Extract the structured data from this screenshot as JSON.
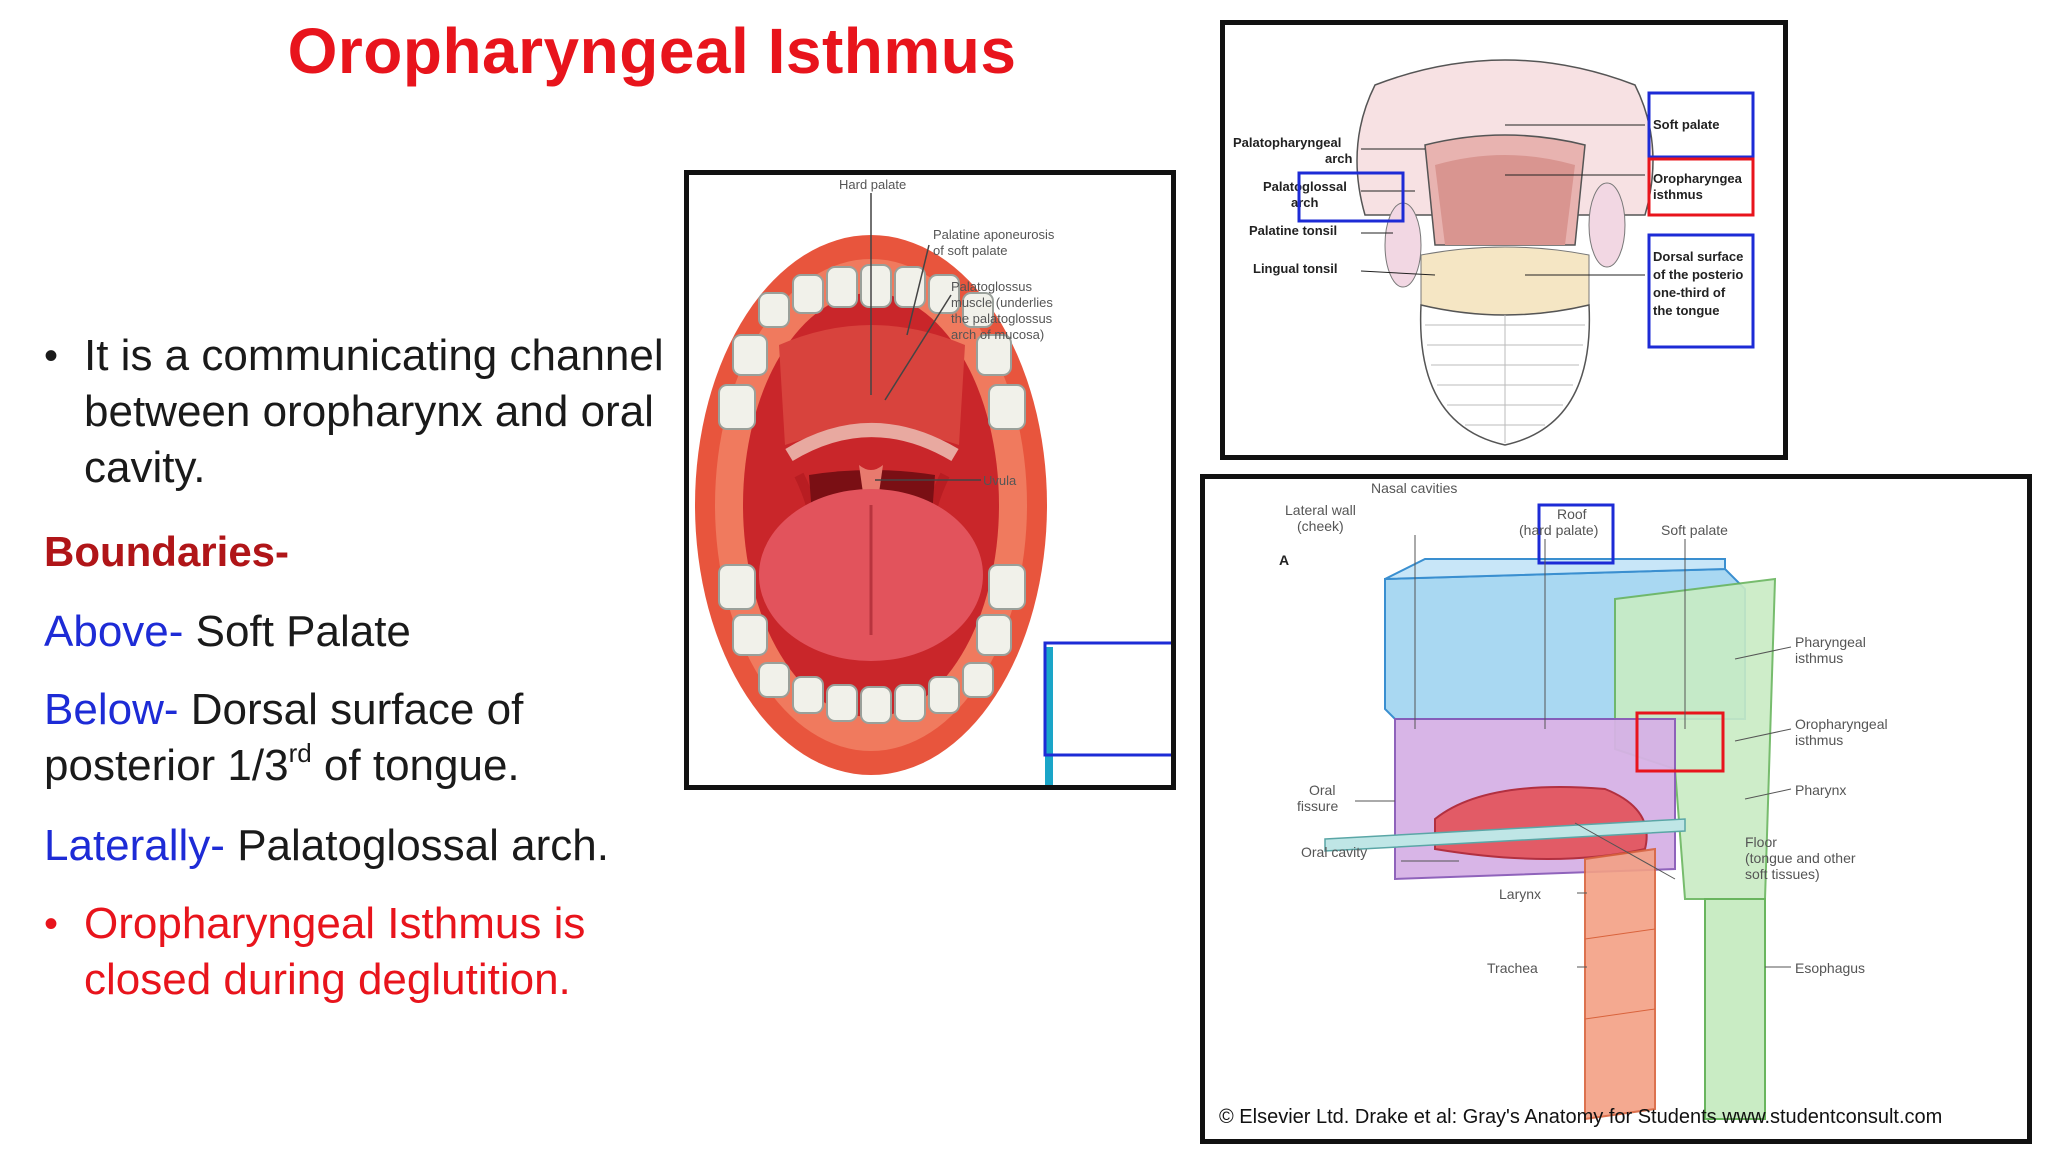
{
  "slide": {
    "title": "Oropharyngeal Isthmus",
    "bullet1": "It is a communicating channel between oropharynx and oral cavity.",
    "boundaries_heading": "Boundaries-",
    "above_label": "Above-",
    "above_text": " Soft Palate",
    "below_label": "Below-",
    "below_text_a": " Dorsal surface of posterior 1/3",
    "below_sup": "rd",
    "below_text_b": " of tongue.",
    "laterally_label": "Laterally-",
    "laterally_text": " Palatoglossal arch.",
    "bullet2": "Oropharyngeal Isthmus is closed during deglutition.",
    "bullet_char": "•"
  },
  "figure_oral": {
    "hard_palate": "Hard palate",
    "palatine_aponeurosis_1": "Palatine aponeurosis",
    "palatine_aponeurosis_2": "of soft palate",
    "palatoglossus_1": "Palatoglossus",
    "palatoglossus_2": "muscle (underlies",
    "palatoglossus_3": "the palatoglossus",
    "palatoglossus_4": "arch of mucosa)",
    "uvula": "Uvula"
  },
  "figure_tongue": {
    "palatopharyngeal_1": "Palatopharyngeal",
    "palatopharyngeal_2": "arch",
    "palatoglossal_1": "Palatoglossal",
    "palatoglossal_2": "arch",
    "palatine_tonsil": "Palatine tonsil",
    "lingual_tonsil": "Lingual tonsil",
    "soft_palate": "Soft palate",
    "oro_1": "Oropharyngea",
    "oro_2": "isthmus",
    "dorsal_1": "Dorsal surface",
    "dorsal_2": "of the posterio",
    "dorsal_3": "one-third of",
    "dorsal_4": "the tongue"
  },
  "figure_cavity": {
    "nasal_cavities": "Nasal cavities",
    "lateral_wall_1": "Lateral wall",
    "lateral_wall_2": "(cheek)",
    "roof_1": "Roof",
    "roof_2": "(hard palate)",
    "soft_palate": "Soft palate",
    "panel_letter": "A",
    "pharyngeal_1": "Pharyngeal",
    "pharyngeal_2": "isthmus",
    "oropharyngeal_1": "Oropharyngeal",
    "oropharyngeal_2": "isthmus",
    "oral_fissure_1": "Oral",
    "oral_fissure_2": "fissure",
    "pharynx": "Pharynx",
    "floor_1": "Floor",
    "floor_2": "(tongue and other",
    "floor_3": "soft tissues)",
    "oral_cavity": "Oral cavity",
    "larynx": "Larynx",
    "trachea": "Trachea",
    "esophagus": "Esophagus",
    "credit": "© Elsevier Ltd. Drake et al: Gray's Anatomy for Students www.studentconsult.com"
  },
  "colors": {
    "title_red": "#e8141c",
    "label_blue": "#1d2bd6",
    "heading_dark_red": "#b01518"
  }
}
